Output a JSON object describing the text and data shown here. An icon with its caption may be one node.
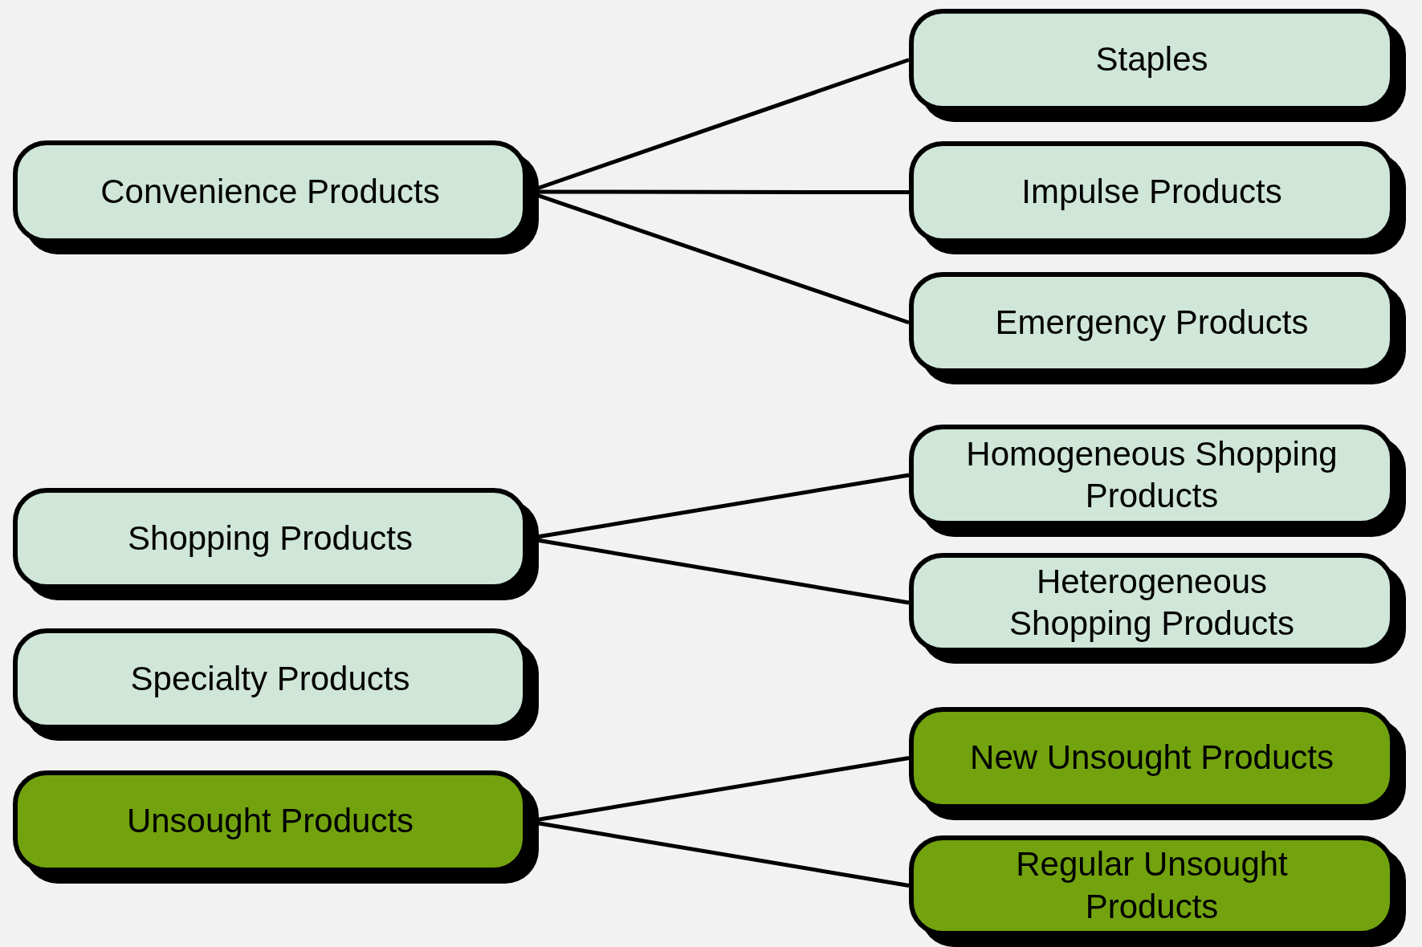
{
  "diagram": {
    "nodes": [
      {
        "text": [
          "Convenience Products"
        ]
      },
      {
        "text": [
          "Staples"
        ]
      },
      {
        "text": [
          "Impulse Products"
        ]
      },
      {
        "text": [
          "Emergency Products"
        ]
      },
      {
        "text": [
          "Shopping Products"
        ]
      },
      {
        "text": [
          "Homogeneous Shopping Products"
        ]
      },
      {
        "text": [
          "Heterogeneous Shopping Products"
        ]
      },
      {
        "text": [
          "Specialty Products"
        ]
      },
      {
        "text": [
          "Unsought Products"
        ]
      },
      {
        "text": [
          "New Unsought Products"
        ]
      },
      {
        "text": [
          "Regular Unsought Products"
        ]
      }
    ],
    "edges": [
      {
        "from": 0,
        "to": 1,
        "arrow": "none"
      },
      {
        "from": 0,
        "to": 2,
        "arrow": "none"
      },
      {
        "from": 0,
        "to": 3,
        "arrow": "none"
      },
      {
        "from": 4,
        "to": 5,
        "arrow": "none"
      },
      {
        "from": 4,
        "to": 6,
        "arrow": "none"
      },
      {
        "from": 8,
        "to": 9,
        "arrow": "none"
      },
      {
        "from": 8,
        "to": 10,
        "arrow": "none"
      }
    ]
  }
}
